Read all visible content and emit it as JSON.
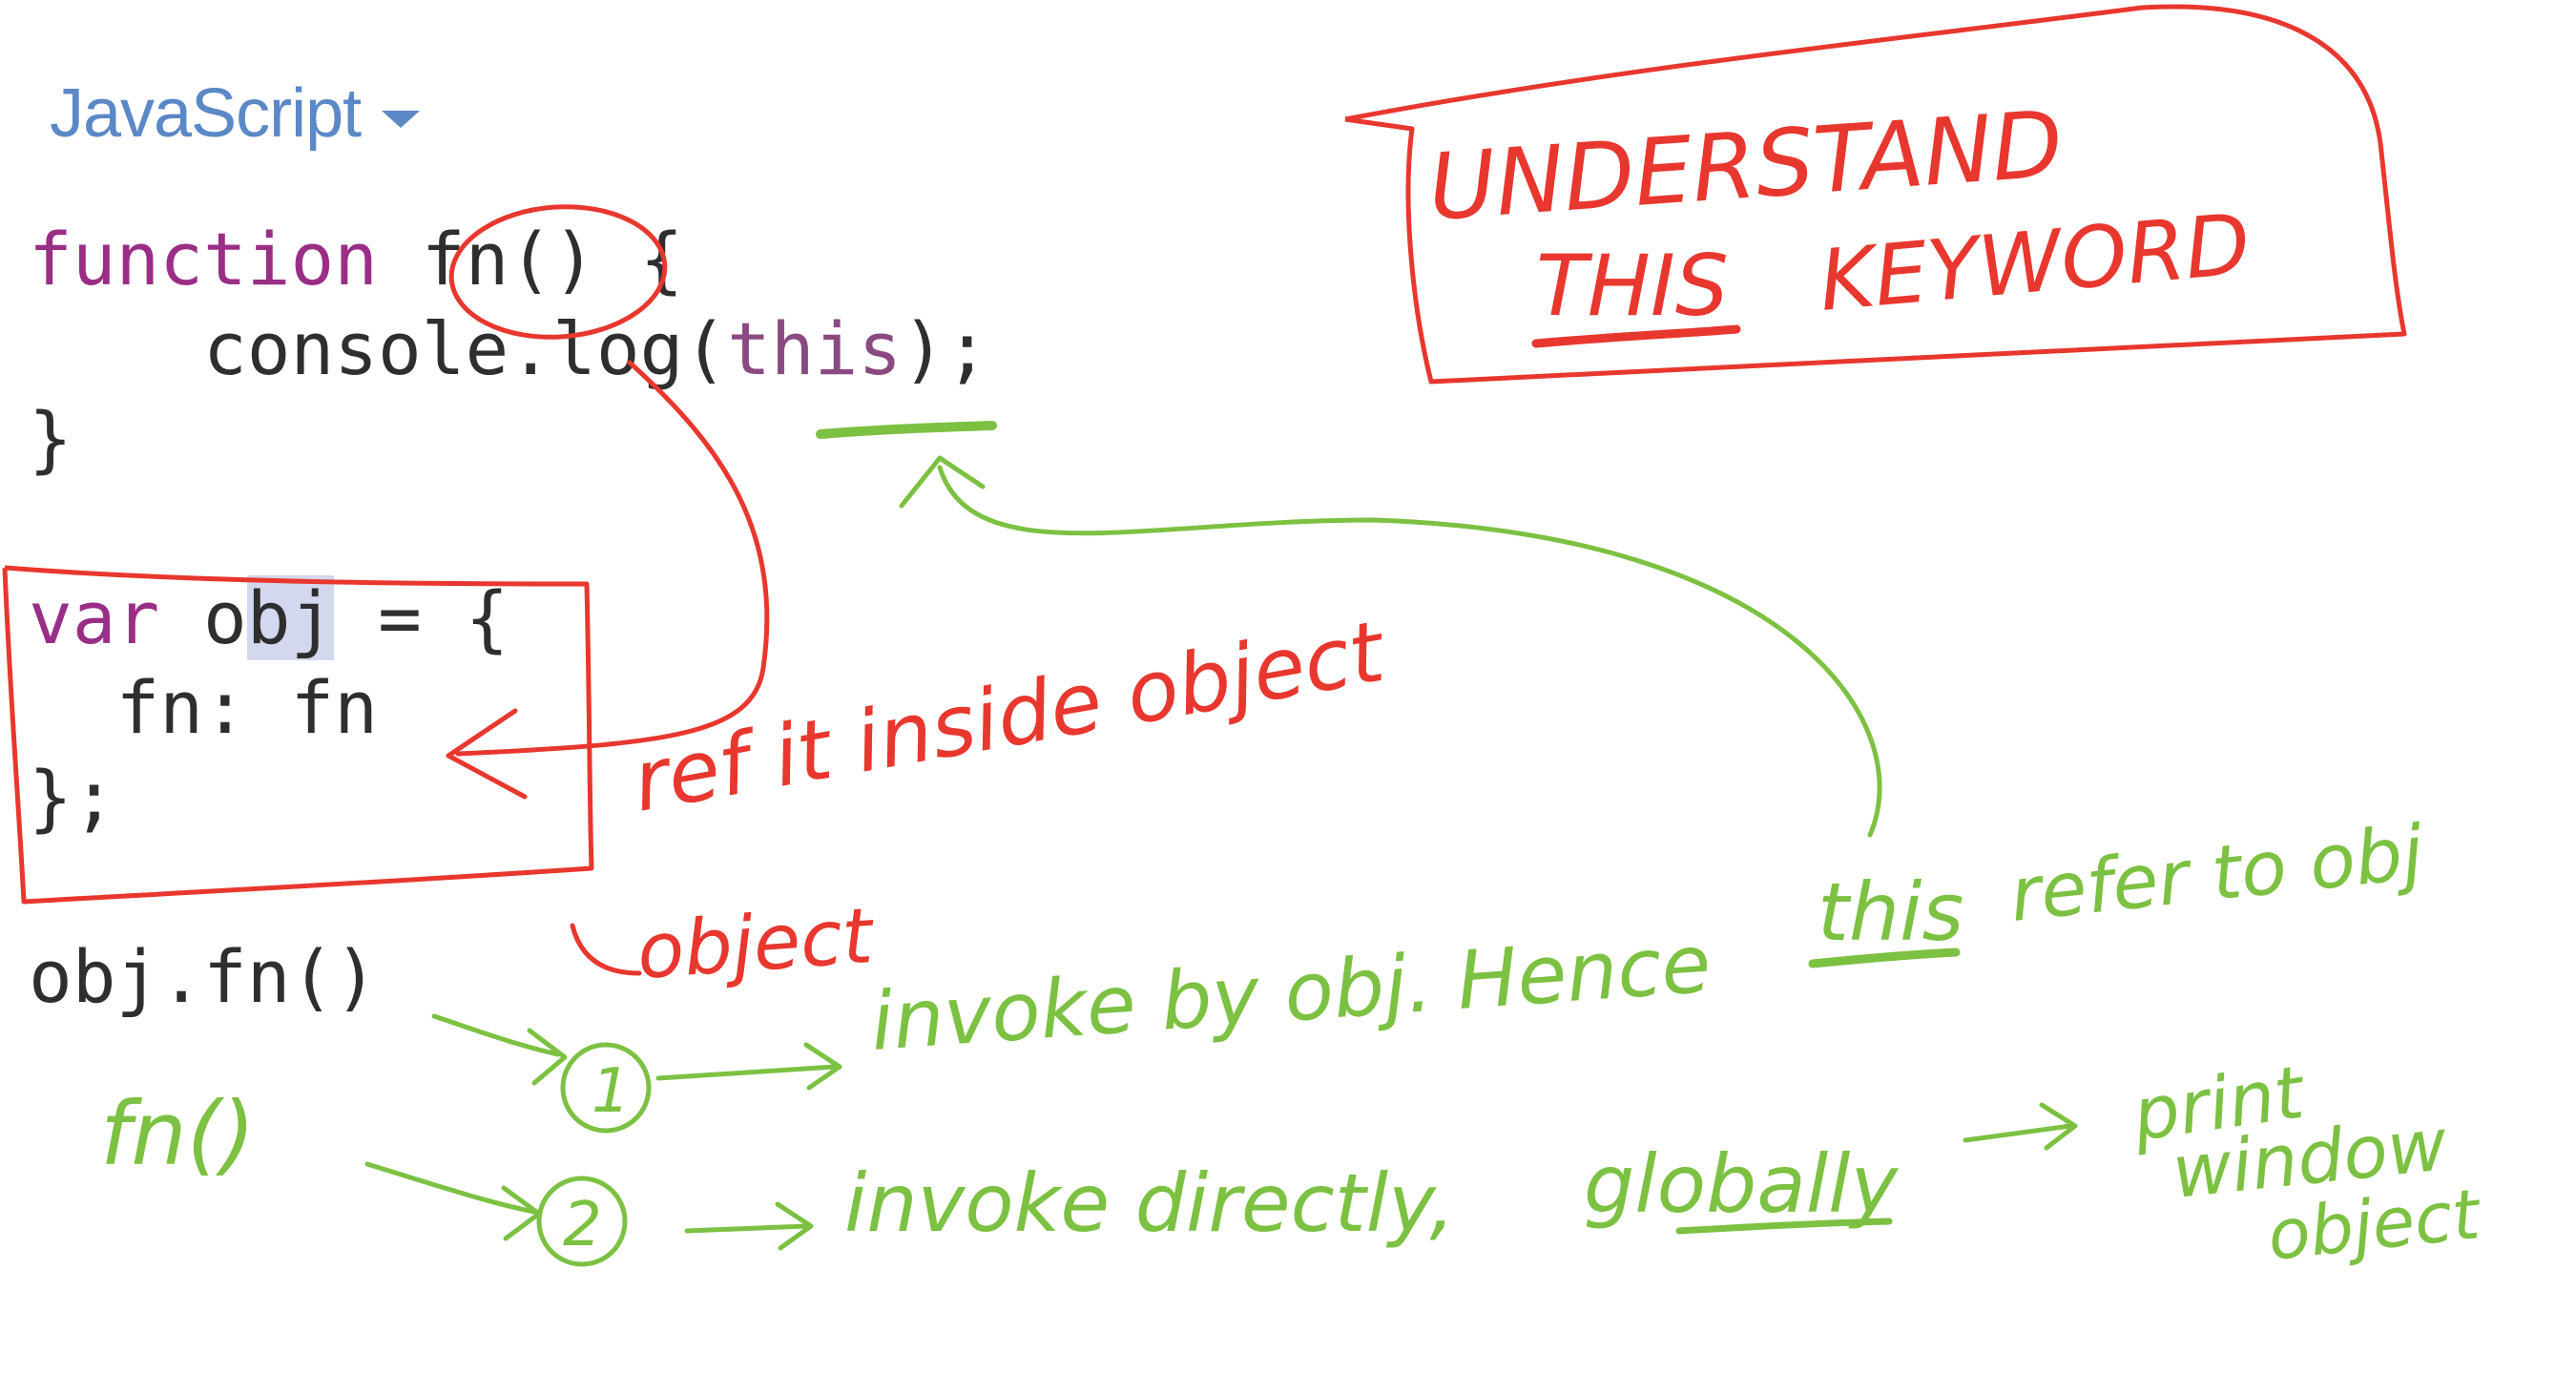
{
  "language_selector": {
    "label": "JavaScript",
    "icon": "caret-down-icon"
  },
  "code_lines": {
    "l1_kw": "function",
    "l1_name": "fn()",
    "l1_brace": " {",
    "l2_pre": "    console.log(",
    "l2_this": "this",
    "l2_post": ");",
    "l3": "}",
    "l5_kw": "var",
    "l5_o": " o",
    "l5_sel": "bj",
    "l5_rest": " = {",
    "l6": "  fn: fn",
    "l7": "};",
    "l9": "obj.fn()"
  },
  "annotations": {
    "title_line1": "UNDERSTAND",
    "title_line2_a": "THIS",
    "title_line2_b": "KEYWORD",
    "ref_note": "ref it inside object",
    "object_note": "object",
    "call_alt": "fn()",
    "step1_number": "1",
    "step1_text": "invoke by obj. Hence",
    "step1_this": "this",
    "step1_tail": "refer to obj",
    "step2_number": "2",
    "step2_text": "invoke directly,",
    "step2_globally": "globally",
    "result_line1": "print",
    "result_line2": "window",
    "result_line3": "object"
  },
  "colors": {
    "red_ink": "#e8372e",
    "green_ink": "#7cc142",
    "link_blue": "#5b88c6"
  }
}
